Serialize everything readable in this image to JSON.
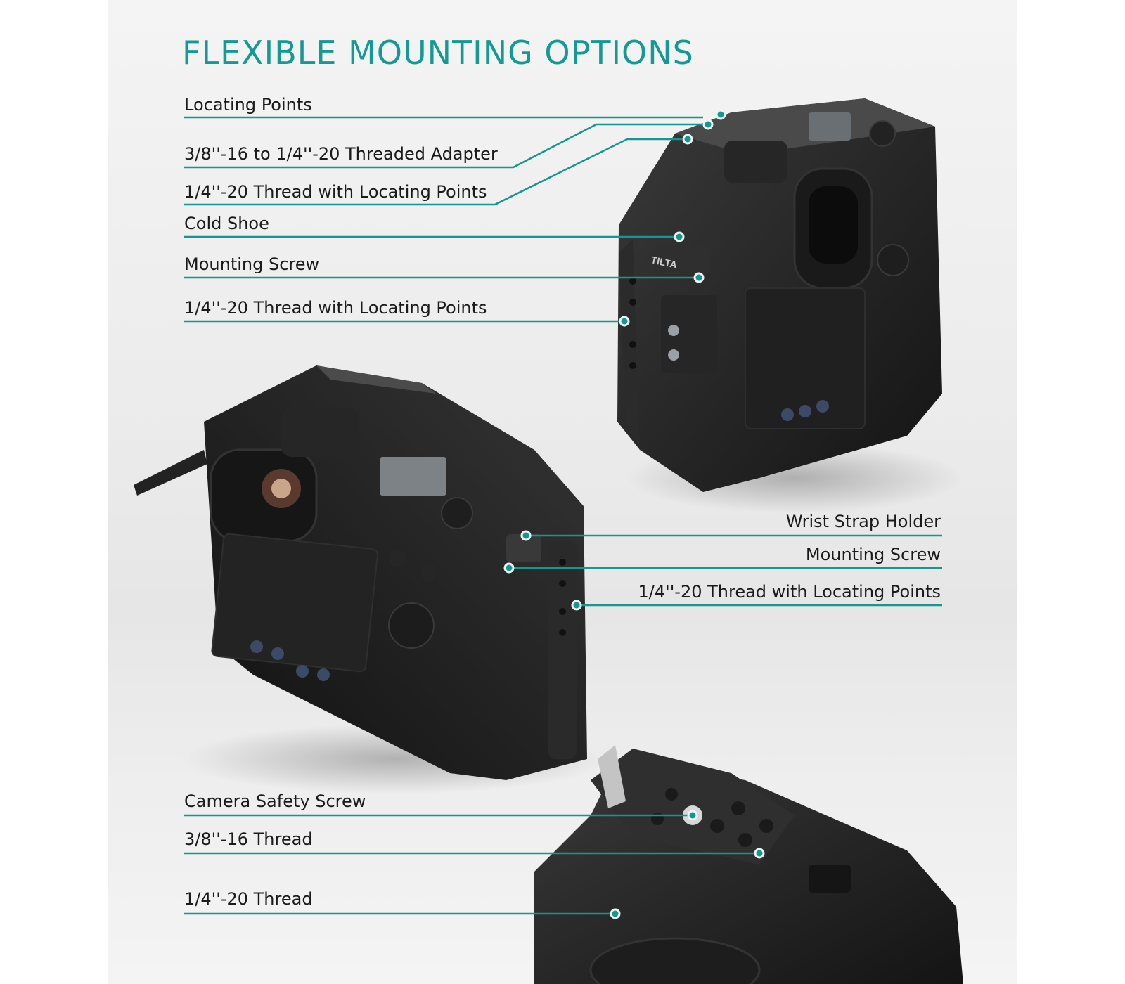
{
  "title": "FLEXIBLE MOUNTING OPTIONS",
  "accent_color": "#159a93",
  "camera_brand_mark": "TILTA",
  "labels_top": [
    "Locating Points",
    "3/8''-16 to 1/4''-20 Threaded Adapter",
    "1/4''-20 Thread with Locating Points",
    "Cold Shoe",
    "Mounting Screw",
    "1/4''-20 Thread with Locating Points"
  ],
  "labels_middle": [
    "Wrist Strap Holder",
    "Mounting Screw",
    "1/4''-20 Thread with Locating Points"
  ],
  "labels_bottom": [
    "Camera Safety Screw",
    "3/8''-16 Thread",
    "1/4''-20 Thread"
  ]
}
